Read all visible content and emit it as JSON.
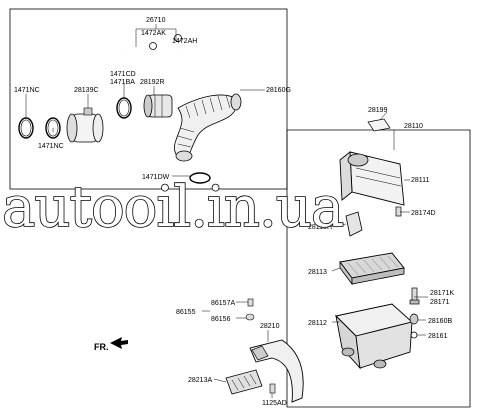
{
  "diagram": {
    "watermark": "autooil.in.ua",
    "direction_label": "FR.",
    "labels": {
      "p26710": "26710",
      "p1472AK": "1472AK",
      "p1472AH": "1472AH",
      "p1471NC_top": "1471NC",
      "p28139C": "28139C",
      "p1471CD": "1471CD",
      "p1471BA": "1471BA",
      "p28192R": "28192R",
      "p28160G": "28160G",
      "p1471NC_bottom": "1471NC",
      "p28199": "28199",
      "p28110": "28110",
      "p1471DW": "1471DW",
      "p28111": "28111",
      "p28174D": "28174D",
      "p28115H": "28115H",
      "p28113": "28113",
      "p28171K": "28171K",
      "p28171": "28171",
      "p86155": "86155",
      "p86157A": "86157A",
      "p86156": "86156",
      "p28210": "28210",
      "p28112": "28112",
      "p28160B": "28160B",
      "p28161": "28161",
      "p28213A": "28213A",
      "p1125AD": "1125AD"
    }
  }
}
